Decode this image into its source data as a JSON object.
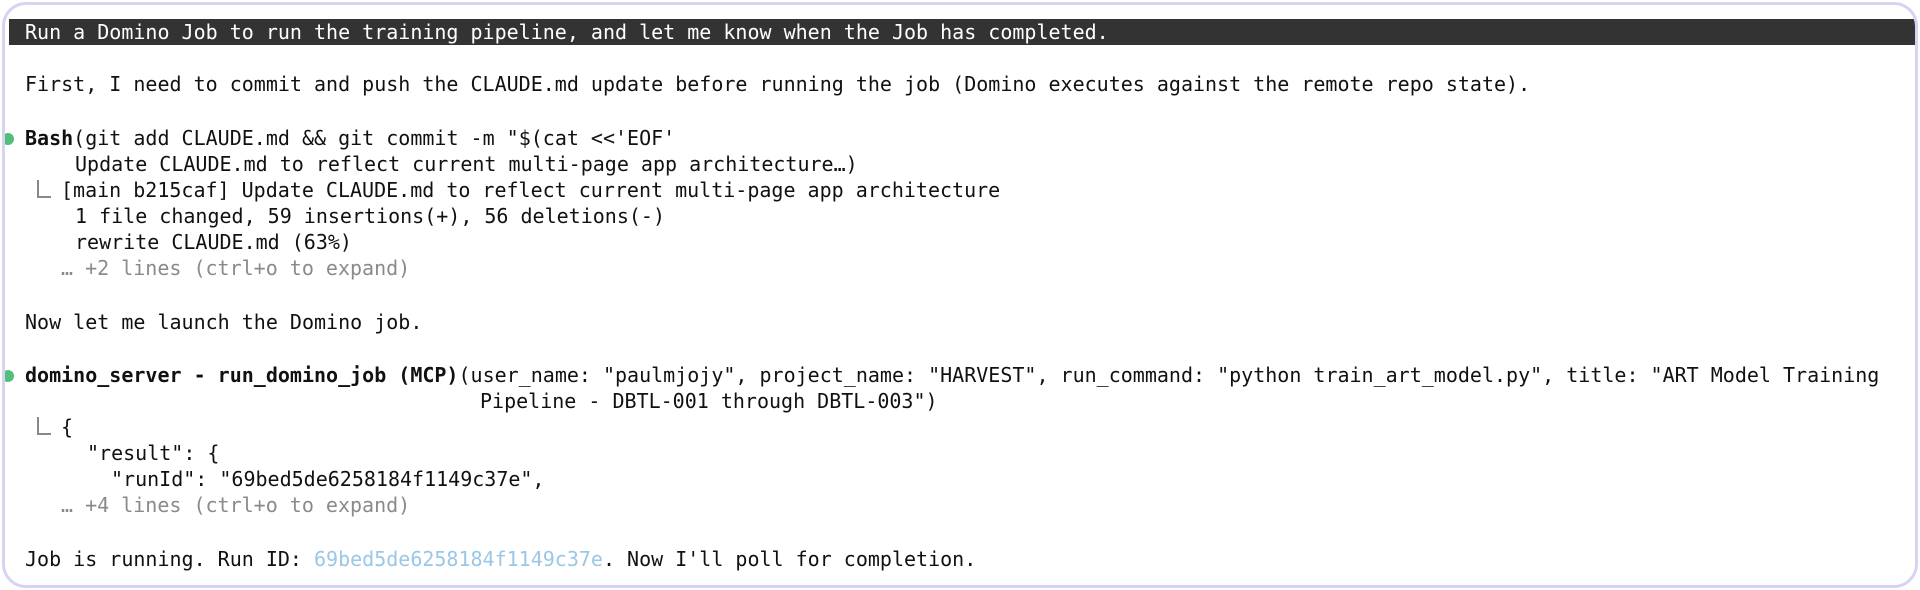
{
  "user_prompt": "Run a Domino Job to run the training pipeline, and let me know when the Job has completed.",
  "assistant": {
    "intro": "First, I need to commit and push the CLAUDE.md update before running the job (Domino executes against the remote repo state).",
    "bash_call": {
      "tool": "Bash",
      "args_line1": "(git add CLAUDE.md && git commit -m \"$(cat <<'EOF'",
      "args_line2": "Update CLAUDE.md to reflect current multi-page app architecture…)",
      "output_line1": "[main b215caf] Update CLAUDE.md to reflect current multi-page app architecture",
      "output_line2": "1 file changed, 59 insertions(+), 56 deletions(-)",
      "output_line3": "rewrite CLAUDE.md (63%)",
      "more": "… +2 lines (ctrl+o to expand)"
    },
    "launch_text": "Now let me launch the Domino job.",
    "mcp_call": {
      "tool": "domino_server - run_domino_job (MCP)",
      "args_line1": "(user_name: \"paulmjojy\", project_name: \"HARVEST\", run_command: \"python train_art_model.py\", title: \"ART Model Training",
      "args_line2": "Pipeline - DBTL-001 through DBTL-003\")",
      "output_line1": "{",
      "output_line2": "\"result\": {",
      "output_line3": "\"runId\": \"69bed5de6258184f1149c37e\",",
      "more": "… +4 lines (ctrl+o to expand)"
    },
    "status": {
      "prefix": "Job is running. Run ID: ",
      "run_id": "69bed5de6258184f1149c37e",
      "suffix": ". Now I'll poll for completion."
    }
  }
}
